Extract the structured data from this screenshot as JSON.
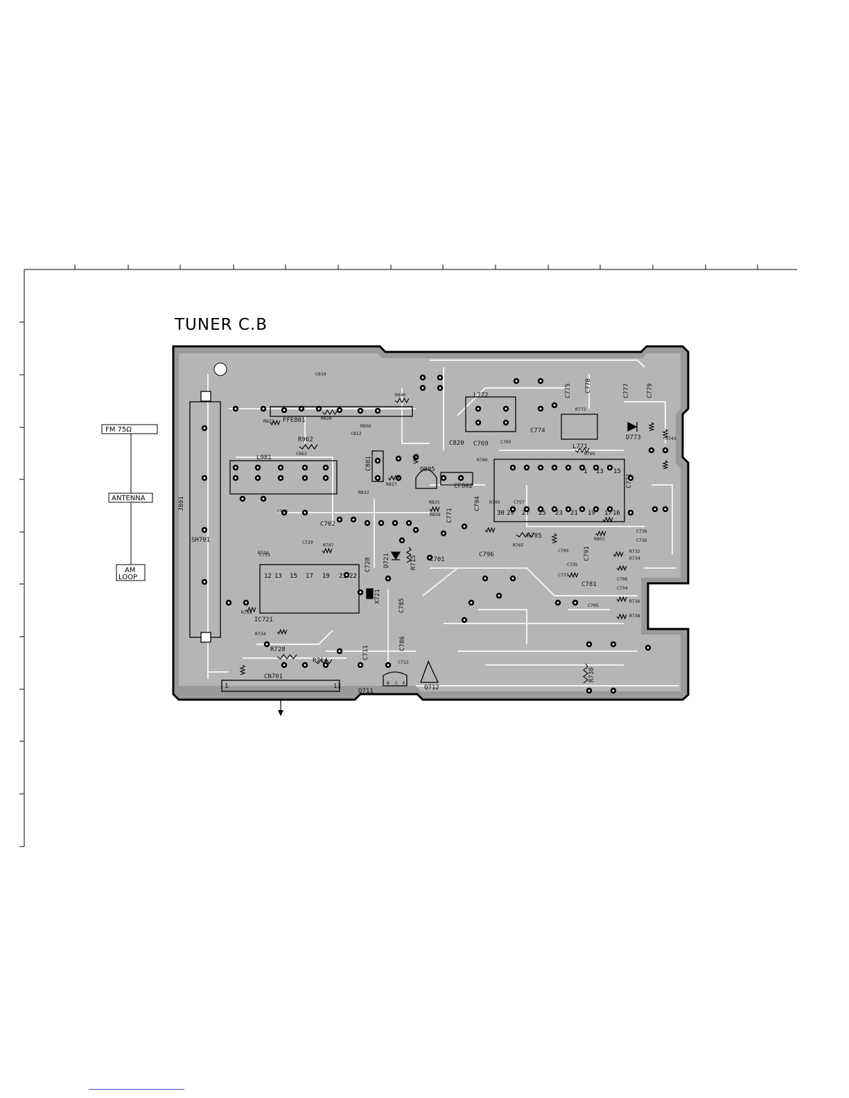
{
  "title": "TUNER C.B",
  "external_labels": {
    "fm": "FM 75Ω",
    "antenna": "ANTENNA",
    "am_line1": "AM",
    "am_line2": "LOOP"
  },
  "board_labels": [
    {
      "text": "J801",
      "rot": -90
    },
    {
      "text": "SH701",
      "rot": 0
    },
    {
      "text": "L981",
      "rot": 0
    },
    {
      "text": "R962",
      "rot": 0
    },
    {
      "text": "FFE801",
      "rot": 0
    },
    {
      "text": "R820",
      "rot": 0
    },
    {
      "text": "R822",
      "rot": 0
    },
    {
      "text": "R840",
      "rot": 0
    },
    {
      "text": "C810",
      "rot": 0
    },
    {
      "text": "C812",
      "rot": 0
    },
    {
      "text": "R856",
      "rot": 0
    },
    {
      "text": "C963",
      "rot": 0
    },
    {
      "text": "C965",
      "rot": 0
    },
    {
      "text": "C801",
      "rot": -90
    },
    {
      "text": "R832",
      "rot": 0
    },
    {
      "text": "R827",
      "rot": 0
    },
    {
      "text": "Q805",
      "rot": 0
    },
    {
      "text": "C820",
      "rot": 0
    },
    {
      "text": "R825",
      "rot": 0
    },
    {
      "text": "R826",
      "rot": 0
    },
    {
      "text": "CF802",
      "rot": 0
    },
    {
      "text": "L772",
      "rot": 0
    },
    {
      "text": "C769",
      "rot": 0
    },
    {
      "text": "C765",
      "rot": 0
    },
    {
      "text": "C774",
      "rot": 0
    },
    {
      "text": "C775",
      "rot": -90
    },
    {
      "text": "C778",
      "rot": -90
    },
    {
      "text": "C777",
      "rot": -90
    },
    {
      "text": "C779",
      "rot": -90
    },
    {
      "text": "R772",
      "rot": 0
    },
    {
      "text": "L771",
      "rot": 0
    },
    {
      "text": "D773",
      "rot": 0
    },
    {
      "text": "R760",
      "rot": 0
    },
    {
      "text": "R765",
      "rot": 0
    },
    {
      "text": "R743",
      "rot": 0
    },
    {
      "text": "C771",
      "rot": -90
    },
    {
      "text": "C794",
      "rot": -90
    },
    {
      "text": "C771",
      "rot": -90
    },
    {
      "text": "R795",
      "rot": 0
    },
    {
      "text": "C757",
      "rot": 0
    },
    {
      "text": "C796",
      "rot": 0
    },
    {
      "text": "R785",
      "rot": 0
    },
    {
      "text": "R765",
      "rot": 0
    },
    {
      "text": "C795",
      "rot": 0
    },
    {
      "text": "C791",
      "rot": -90
    },
    {
      "text": "R801",
      "rot": 0
    },
    {
      "text": "C738",
      "rot": 0
    },
    {
      "text": "C736",
      "rot": 0
    },
    {
      "text": "R732",
      "rot": 0
    },
    {
      "text": "R734",
      "rot": 0
    },
    {
      "text": "C702",
      "rot": 0
    },
    {
      "text": "C729",
      "rot": 0
    },
    {
      "text": "C733",
      "rot": 0
    },
    {
      "text": "R710",
      "rot": 0
    },
    {
      "text": "R707",
      "rot": 0
    },
    {
      "text": "C728",
      "rot": -90
    },
    {
      "text": "D721",
      "rot": -90
    },
    {
      "text": "R715",
      "rot": -90
    },
    {
      "text": "C701",
      "rot": 0
    },
    {
      "text": "X721",
      "rot": -90
    },
    {
      "text": "IC721",
      "rot": 0
    },
    {
      "text": "R719",
      "rot": 0
    },
    {
      "text": "R724",
      "rot": 0
    },
    {
      "text": "C785",
      "rot": -90
    },
    {
      "text": "C786",
      "rot": -90
    },
    {
      "text": "C711",
      "rot": -90
    },
    {
      "text": "R728",
      "rot": 0
    },
    {
      "text": "R714",
      "rot": 0
    },
    {
      "text": "CN701",
      "rot": 0
    },
    {
      "text": "C712",
      "rot": 0
    },
    {
      "text": "Q711",
      "rot": 0
    },
    {
      "text": "Q712",
      "rot": 0
    },
    {
      "text": "C737",
      "rot": 0
    },
    {
      "text": "C735",
      "rot": 0
    },
    {
      "text": "C781",
      "rot": 0
    },
    {
      "text": "C706",
      "rot": 0
    },
    {
      "text": "C734",
      "rot": 0
    },
    {
      "text": "R736",
      "rot": 0
    },
    {
      "text": "R738",
      "rot": 0
    },
    {
      "text": "C705",
      "rot": 0
    },
    {
      "text": "R730",
      "rot": -90
    }
  ],
  "ic721_pins_top": [
    "12",
    "13",
    "15",
    "17",
    "19",
    "21",
    "22"
  ],
  "cn701_pins": [
    "1",
    "13"
  ],
  "big_ic_pins_top": [
    "1",
    "13",
    "15"
  ],
  "big_ic_pins_bottom": [
    "30",
    "29",
    "27",
    "25",
    "23",
    "21",
    "19",
    "17",
    "16"
  ],
  "q711_pins": [
    "B",
    "C",
    "E"
  ]
}
